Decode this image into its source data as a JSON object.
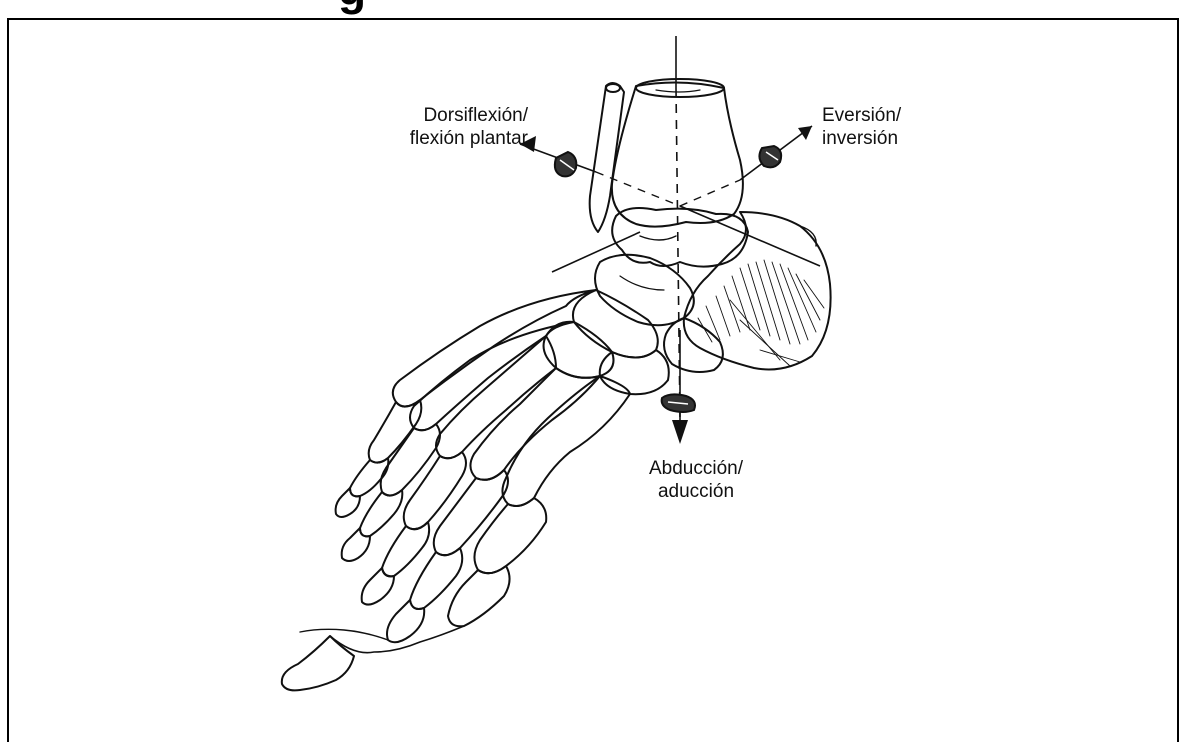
{
  "heading_fragment": "g",
  "figure": {
    "labels": {
      "dorsiflexion": {
        "line1": "Dorsiflexión/",
        "line2": "flexión plantar"
      },
      "eversion": {
        "line1": "Eversión/",
        "line2": "inversión"
      },
      "abduction": {
        "line1": "Abducción/",
        "line2": "aducción"
      }
    }
  }
}
